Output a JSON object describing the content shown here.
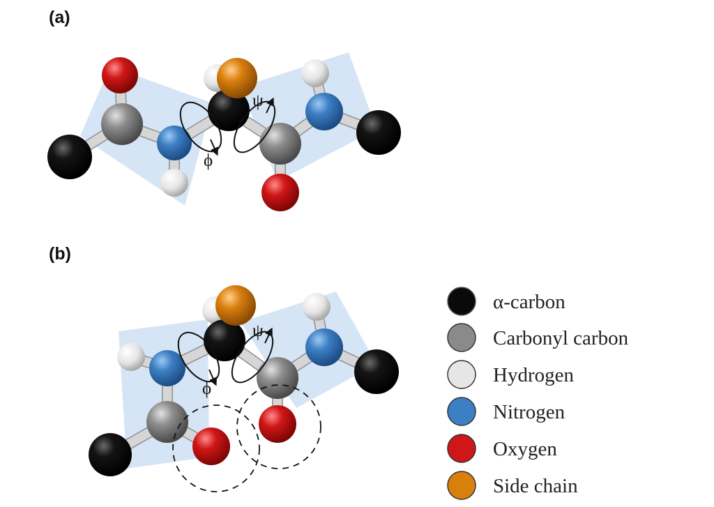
{
  "panels": [
    {
      "label": "(a)",
      "phi": "ϕ",
      "psi": "ψ"
    },
    {
      "label": "(b)",
      "phi": "ϕ",
      "psi": "ψ"
    }
  ],
  "legend": [
    {
      "label": "α-carbon",
      "color": "#0a0a0a"
    },
    {
      "label": "Carbonyl carbon",
      "color": "#8a8a8a"
    },
    {
      "label": "Hydrogen",
      "color": "#e6e6e6"
    },
    {
      "label": "Nitrogen",
      "color": "#3d7fc4"
    },
    {
      "label": "Oxygen",
      "color": "#d01616"
    },
    {
      "label": "Side chain",
      "color": "#d97f0e"
    }
  ]
}
